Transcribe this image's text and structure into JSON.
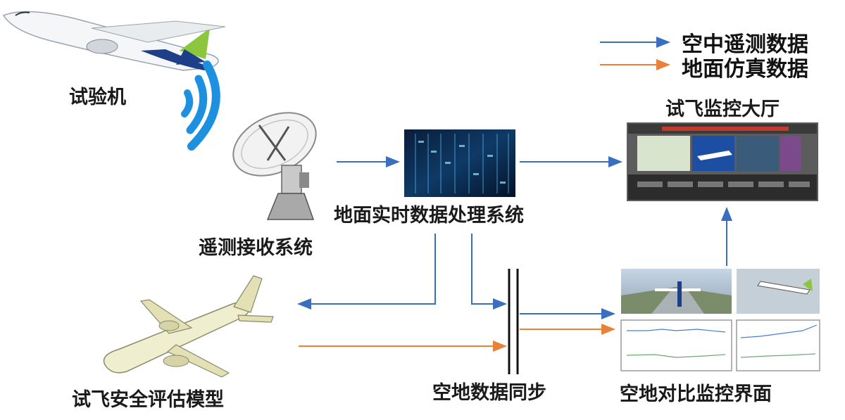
{
  "legend": {
    "items": [
      {
        "label": "空中遥测数据",
        "color": "#3a6fc0"
      },
      {
        "label": "地面仿真数据",
        "color": "#e8823a"
      }
    ]
  },
  "nodes": {
    "test_aircraft": "试验机",
    "telemetry_receiver": "遥测接收系统",
    "ground_processing": "地面实时数据处理系统",
    "control_hall": "试飞监控大厅",
    "safety_model": "试飞安全评估模型",
    "air_ground_sync": "空地数据同步",
    "comparison_ui": "空地对比监控界面"
  },
  "colors": {
    "telemetry": "#3a6fc0",
    "simulation": "#e8823a",
    "signal": "#1e90e0"
  }
}
